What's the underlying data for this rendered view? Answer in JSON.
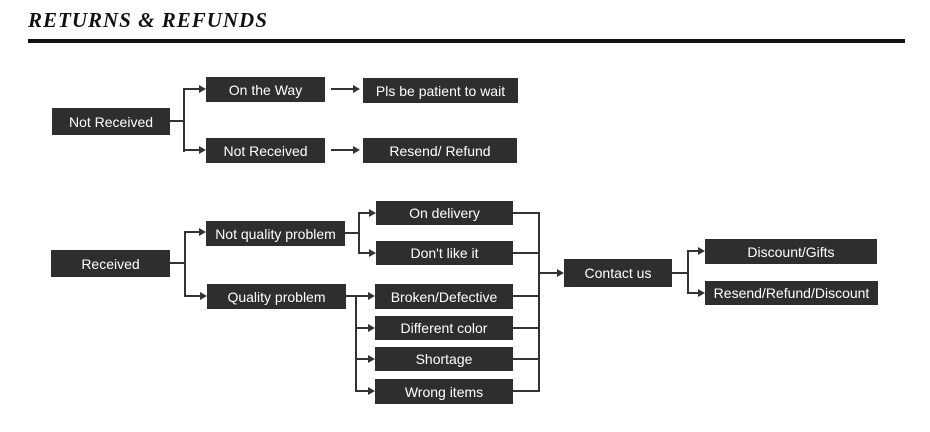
{
  "page": {
    "title": "RETURNS & REFUNDS"
  },
  "colors": {
    "background": "#ffffff",
    "box_bg": "#2e2e30",
    "box_text": "#ffffff",
    "connector": "#333333",
    "title_text": "#111111",
    "rule": "#111111"
  },
  "flow": {
    "not_received_branch": {
      "root": "Not Received",
      "cases": [
        {
          "label": "On the Way",
          "outcome": "Pls be patient to wait"
        },
        {
          "label": "Not Received",
          "outcome": "Resend/ Refund"
        }
      ]
    },
    "received_branch": {
      "root": "Received",
      "categories": [
        {
          "label": "Not quality problem",
          "reasons": [
            "On delivery",
            "Don't like it"
          ]
        },
        {
          "label": "Quality problem",
          "reasons": [
            "Broken/Defective",
            "Different color",
            "Shortage",
            "Wrong items"
          ]
        }
      ],
      "action": "Contact us",
      "resolutions": [
        "Discount/Gifts",
        "Resend/Refund/Discount"
      ]
    }
  }
}
